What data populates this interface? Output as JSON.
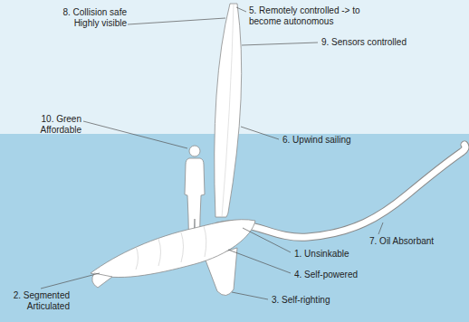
{
  "diagram": {
    "labels": [
      "8. Collision safe Highly visible",
      "5. Remotely controlled -> to become autonomous",
      "9. Sensors controlled",
      "10. Green Affordable",
      "6. Upwind sailing",
      "7. Oil Absorbant",
      "1. Unsinkable",
      "4. Self-powered",
      "2. Segmented Articulated",
      "3. Self-righting"
    ]
  }
}
